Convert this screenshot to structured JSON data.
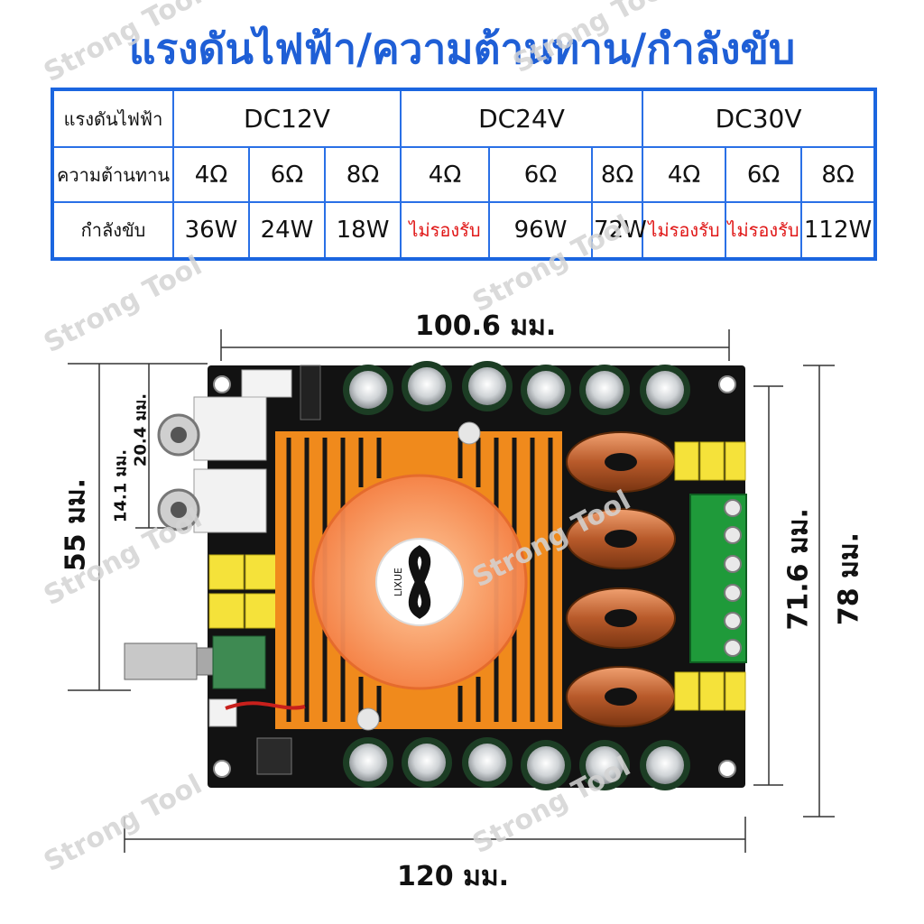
{
  "title": "แรงดันไฟฟ้า/ความต้านทาน/กำลังขับ",
  "watermark": "Strong Tool",
  "table": {
    "row_voltage_label": "แรงดันไฟฟ้า",
    "row_resistance_label": "ความต้านทาน",
    "row_power_label": "กำลังขับ",
    "voltages": [
      "DC12V",
      "DC24V",
      "DC30V"
    ],
    "resistances": [
      "4Ω",
      "6Ω",
      "8Ω",
      "4Ω",
      "6Ω",
      "8Ω",
      "4Ω",
      "6Ω",
      "8Ω"
    ],
    "powers": [
      "36W",
      "24W",
      "18W",
      "ไม่รองรับ",
      "96W",
      "72W",
      "ไม่รองรับ",
      "ไม่รองรับ",
      "112W"
    ]
  },
  "dimensions": {
    "top_width": "100.6 มม.",
    "bottom_width": "120 มม.",
    "left_height": "55 มม.",
    "right_inner_height": "71.6 มม.",
    "right_outer_height": "78 มม.",
    "small_top": "20.4 มม.",
    "small_bottom": "14.1 มม."
  },
  "board": {
    "logo_text": "LIXUE"
  },
  "colors": {
    "title_blue": "#1f5fd6",
    "table_border": "#1b66e0",
    "unsupported_red": "#e01616",
    "heatsink_orange": "#f08a1c",
    "pcb_black": "#121212",
    "terminal_green": "#1f9a3a"
  }
}
